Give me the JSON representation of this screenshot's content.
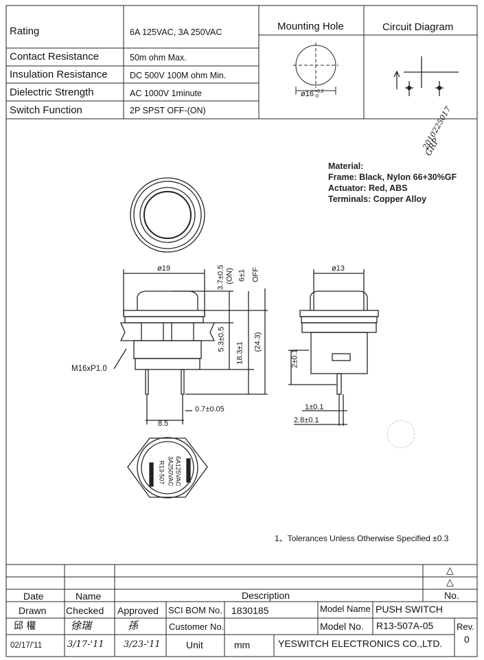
{
  "specs": {
    "rows": [
      {
        "label": "Rating",
        "value": "6A 125VAC, 3A 250VAC"
      },
      {
        "label": "Contact Resistance",
        "value": "50m ohm Max."
      },
      {
        "label": "Insulation Resistance",
        "value": "DC 500V 100M ohm Min."
      },
      {
        "label": "Dielectric Strength",
        "value": "AC 1000V 1minute"
      },
      {
        "label": "Switch Function",
        "value": "2P SPST  OFF-(ON)"
      }
    ],
    "mounting_hole_header": "Mounting Hole",
    "circuit_diagram_header": "Circuit Diagram",
    "mounting_hole_dim": "ø16",
    "mounting_hole_tol_plus": "+0.2",
    "mounting_hole_tol_minus": "-0"
  },
  "material": {
    "title": "Material:",
    "frame": "Frame: Black, Nylon 66+30%GF",
    "actuator": "Actuator: Red, ABS",
    "terminals": "Terminals: Copper Alloy"
  },
  "stamp": {
    "line1": "GRP",
    "line2": "2010225017"
  },
  "dimensions": {
    "dia19": "ø19",
    "dia13": "ø13",
    "d_on": "3.7±0.5",
    "d_on_label": "(ON)",
    "d_off": "6±1",
    "d_off_label": "OFF",
    "d53": "5.3±0.5",
    "d183": "18.3±1",
    "d243": "(24.3)",
    "thread": "M16xP1.0",
    "d2": "2±0.1",
    "d1": "1±0.1",
    "d28": "2.8±0.1",
    "d07": "0.7±0.05",
    "d85": "8.5"
  },
  "marking": {
    "line1": "6A125VAC",
    "line2": "3A250VAC",
    "line3": "R13-507"
  },
  "note": "1、Tolerances Unless Otherwise Specified ±0.3",
  "title_block": {
    "rev_triangle": "△",
    "no_label": "No.",
    "date": "Date",
    "name": "Name",
    "description": "Description",
    "drawn": "Drawn",
    "checked": "Checked",
    "approved": "Approved",
    "sci_bom_label": "SCI BOM No.",
    "sci_bom_value": "1830185",
    "model_name_label": "Model Name",
    "model_name_value": "PUSH SWITCH",
    "customer_label": "Customer No.",
    "model_no_label": "Model No.",
    "model_no_value": "R13-507A-05",
    "rev_label": "Rev.",
    "rev_value": "0",
    "unit_label": "Unit",
    "unit_value": "mm",
    "company": "YESWITCH ELECTRONICS CO.,LTD.",
    "drawn_name": "邱 權",
    "checked_sig": "徐瑞",
    "approved_sig": "孫",
    "drawn_date": "02/17/'11",
    "checked_date": "3/17-'11",
    "approved_date": "3/23-'11"
  }
}
